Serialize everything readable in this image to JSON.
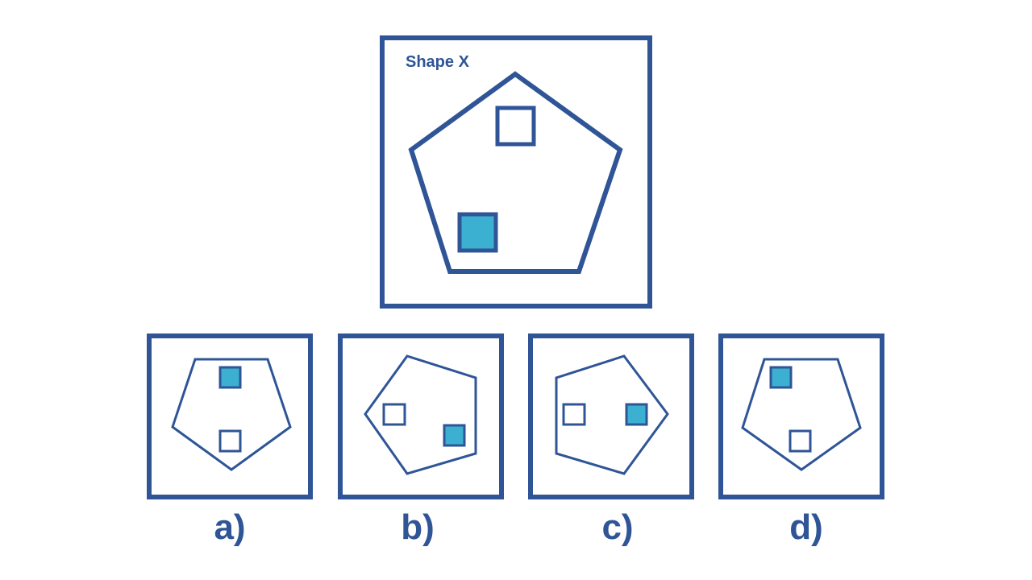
{
  "main_panel": {
    "label": "Shape X"
  },
  "options": [
    {
      "label": "a)"
    },
    {
      "label": "b)"
    },
    {
      "label": "c)"
    },
    {
      "label": "d)"
    }
  ],
  "colors": {
    "outline": "#2F5597",
    "fill": "#3BB0D0",
    "background": "#FFFFFF"
  }
}
